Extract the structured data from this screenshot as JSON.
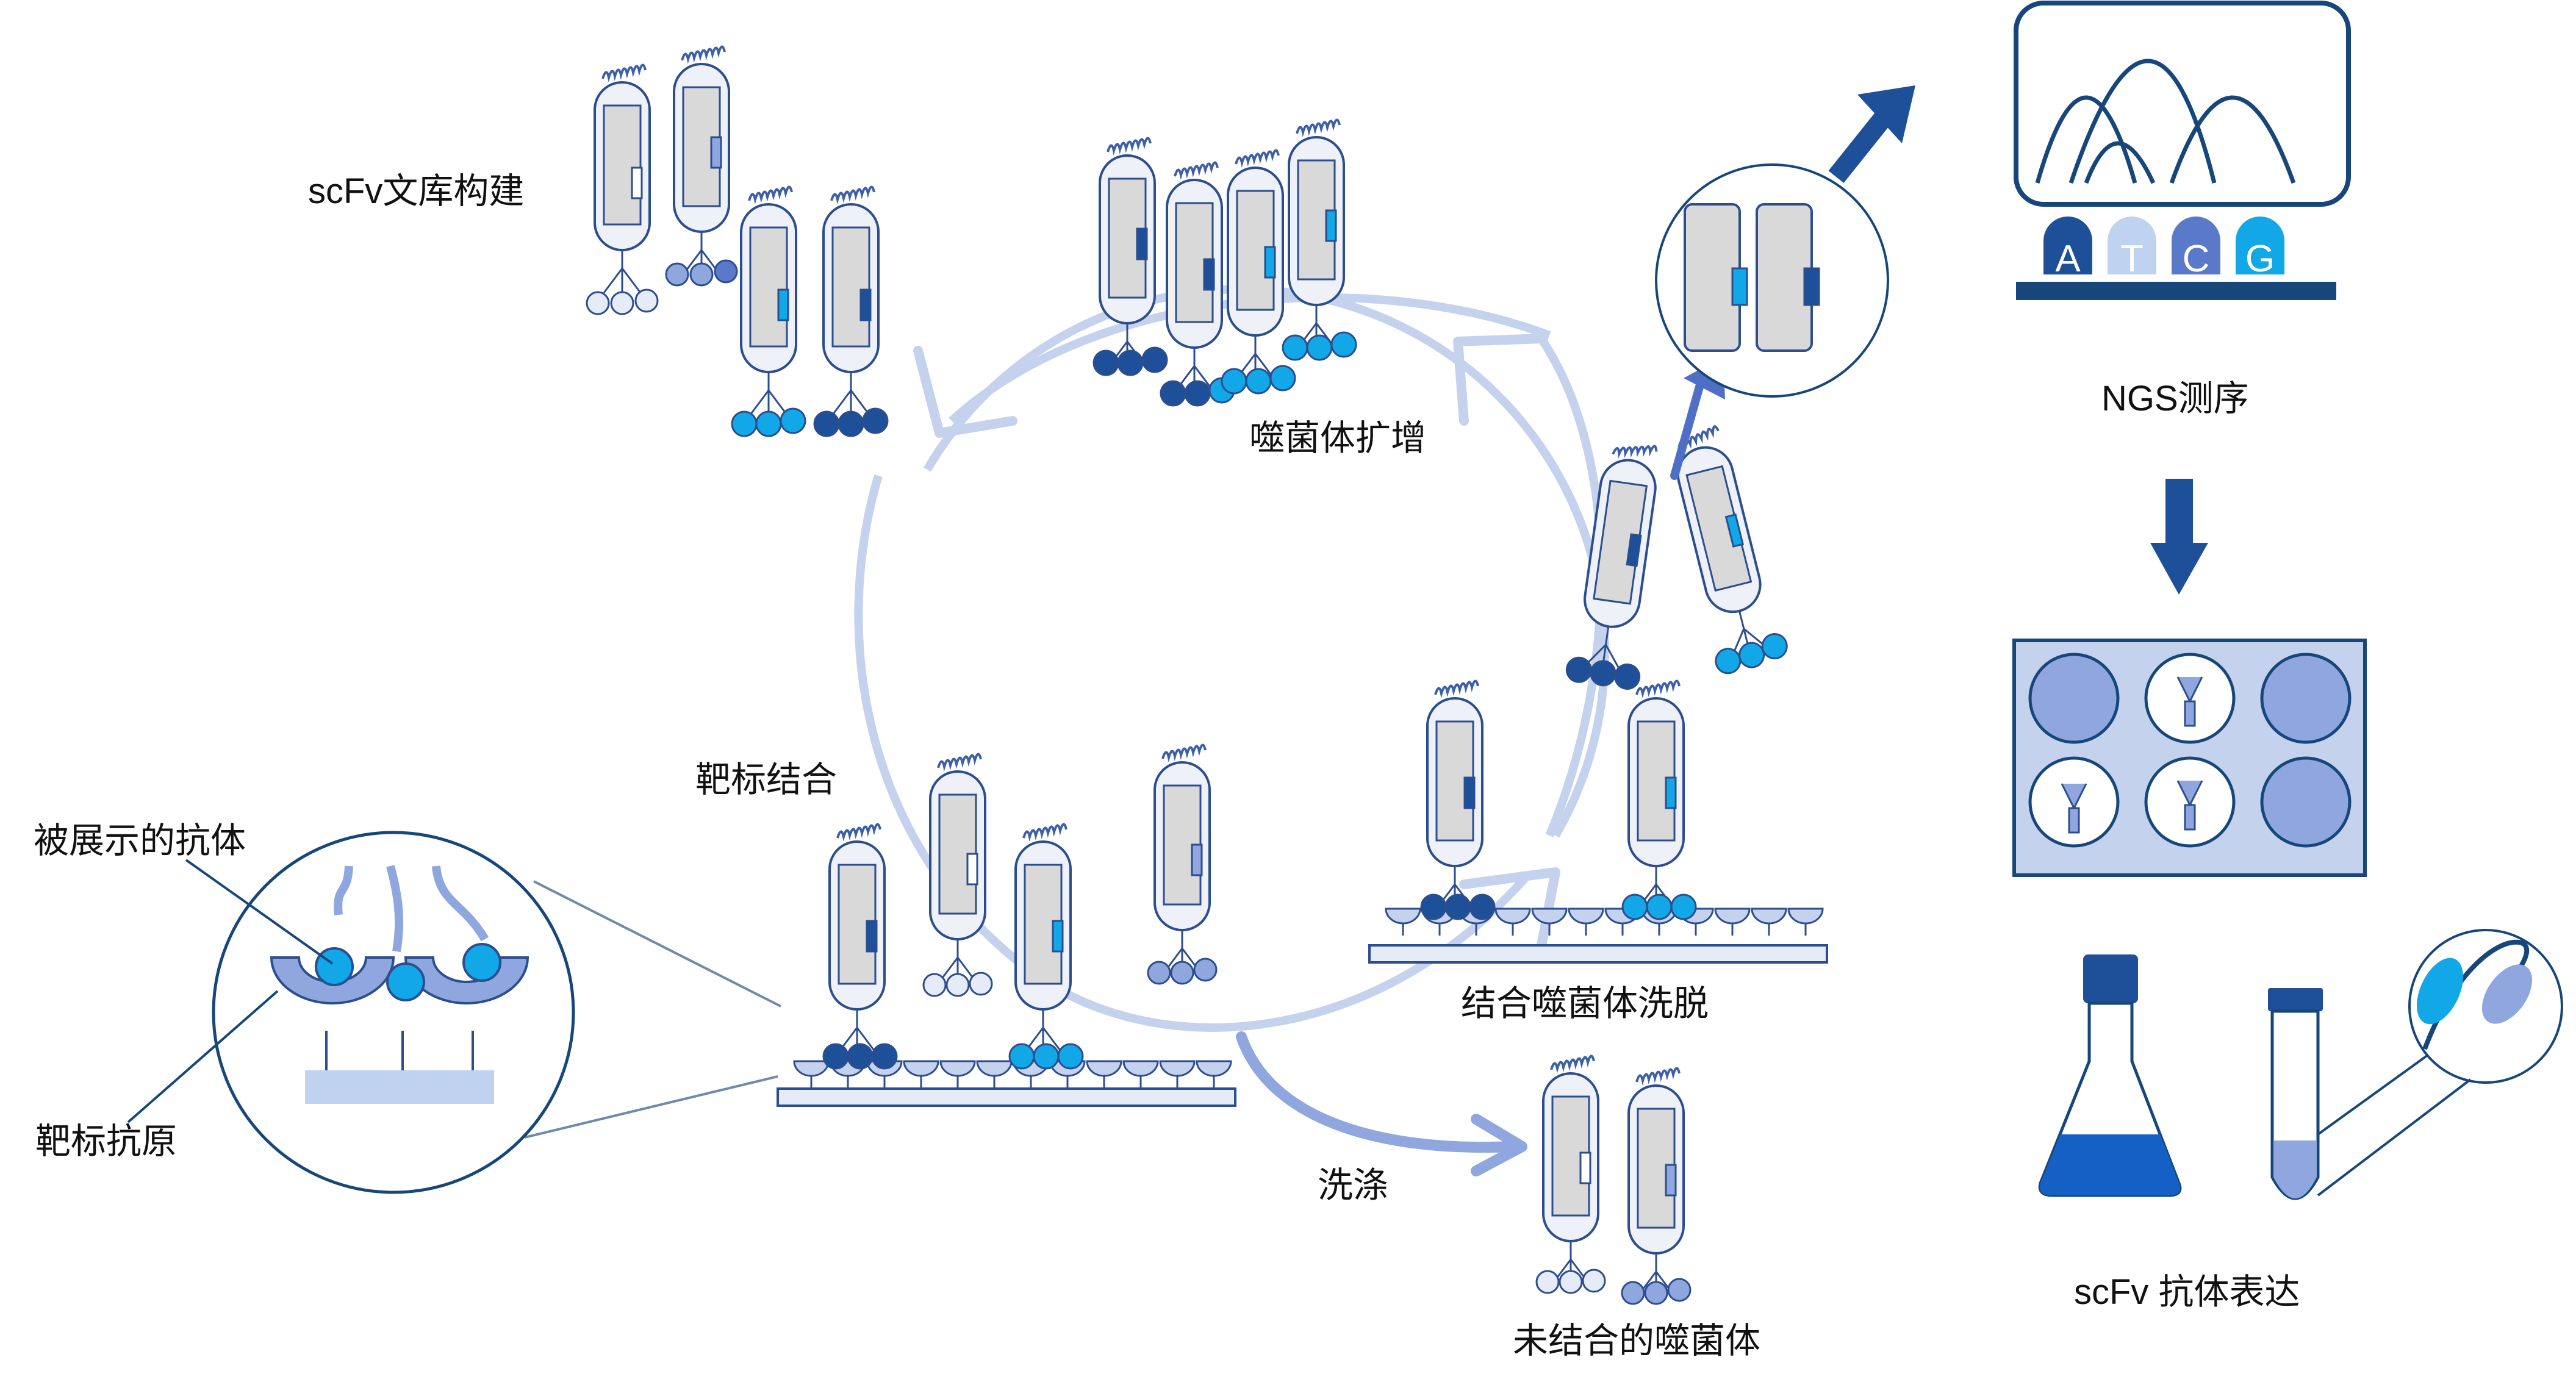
{
  "labels": {
    "library": "scFv文库构建",
    "amplify": "噬菌体扩增",
    "ngs": "NGS测序",
    "target_binding": "靶标结合",
    "displayed_antibody": "被展示的抗体",
    "target_antigen": "靶标抗原",
    "elution": "结合噬菌体洗脱",
    "wash": "洗涤",
    "unbound": "未结合的噬菌体",
    "expression": "scFv 抗体表达"
  },
  "bases": [
    "A",
    "T",
    "C",
    "G"
  ],
  "colors": {
    "dark": "#1e4f99",
    "medium": "#5a79c9",
    "light": "#8fa7de",
    "pale": "#cfdaf1",
    "cyan": "#12a7e6",
    "outline": "#2c4d8e",
    "capsid": "#d9d9d9",
    "cycle": "#c5d2ee",
    "navy": "#17477a"
  }
}
